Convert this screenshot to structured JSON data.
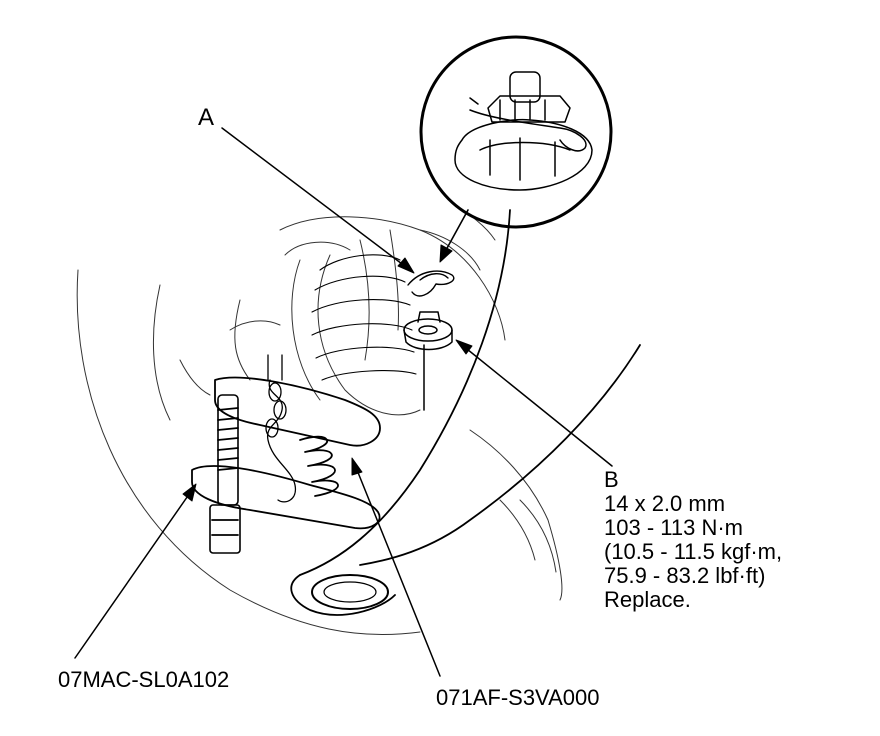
{
  "labels": {
    "a": "A",
    "b": "B",
    "b_size": "14 x 2.0 mm",
    "b_torque_nm": "103 - 113 N·m",
    "b_torque_kgf": "(10.5 - 11.5 kgf·m,",
    "b_torque_lbf": "75.9 - 83.2 lbf·ft)",
    "b_note": "Replace."
  },
  "tools": {
    "ball_joint_remover": "07MAC-SL0A102",
    "ball_joint_tool": "071AF-S3VA000"
  }
}
